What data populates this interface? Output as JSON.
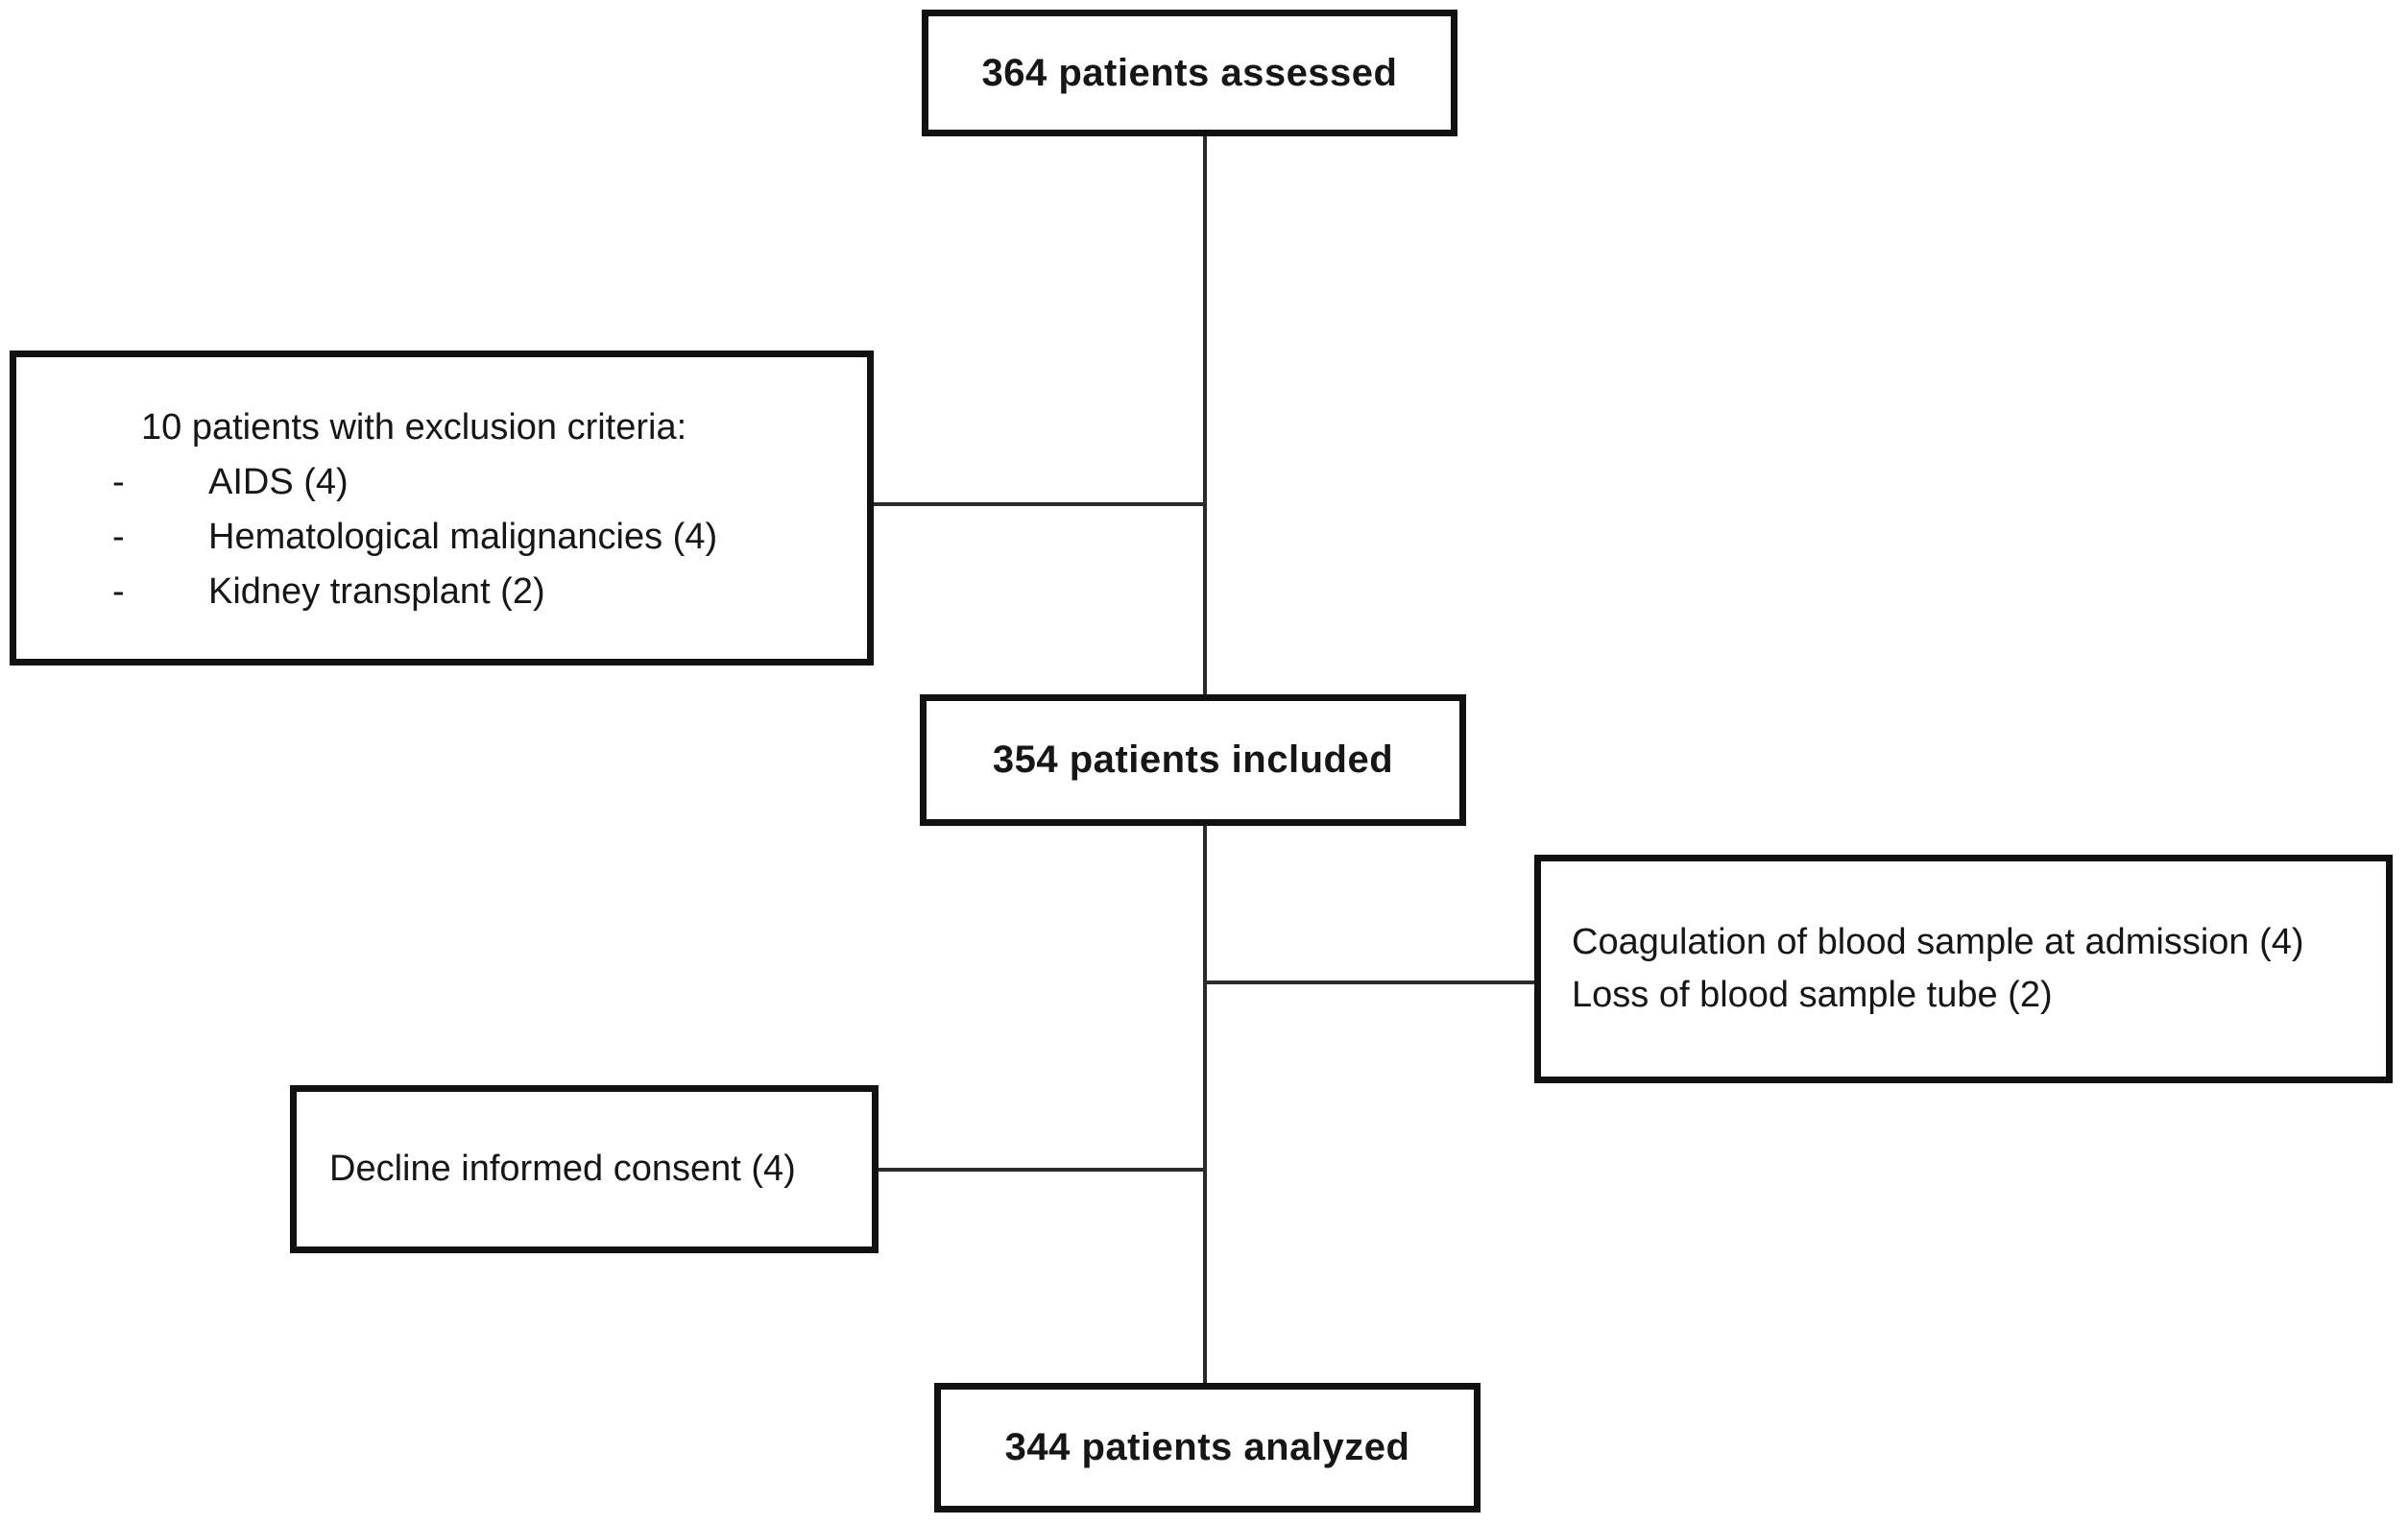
{
  "diagram": {
    "type": "flowchart",
    "description": "Patient inclusion flow diagram",
    "colors": {
      "border": "#111111",
      "background": "#ffffff",
      "text": "#161616",
      "line": "#2b2b2b"
    },
    "nodes": {
      "assessed": {
        "label": "364 patients assessed"
      },
      "exclusion": {
        "header": "10 patients with exclusion criteria:",
        "items": [
          {
            "bullet": "-",
            "label": "AIDS (4)"
          },
          {
            "bullet": "-",
            "label": "Hematological malignancies (4)"
          },
          {
            "bullet": "-",
            "label": "Kidney transplant (2)"
          }
        ]
      },
      "included": {
        "label": "354 patients included"
      },
      "sample_issues": {
        "lines": [
          "Coagulation of blood sample at admission (4)",
          "Loss of blood sample tube (2)"
        ]
      },
      "declined": {
        "label": "Decline informed consent (4)"
      },
      "analyzed": {
        "label": "344 patients analyzed"
      }
    }
  }
}
